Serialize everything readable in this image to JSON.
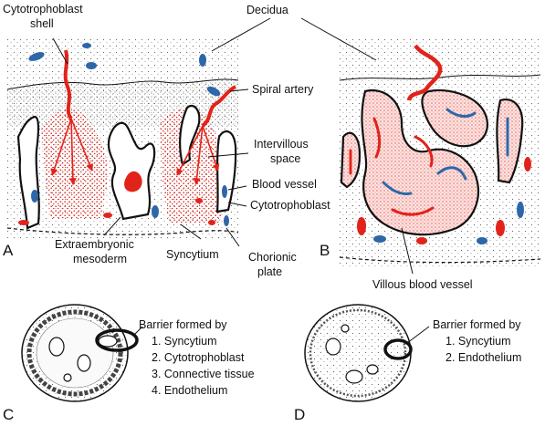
{
  "colors": {
    "maternal_blood": "#e2231a",
    "blood_vessel": "#2e67a8",
    "tissue_stipple": "#777777",
    "outline": "#111111"
  },
  "panel_a": {
    "letter": "A",
    "labels": {
      "cytotrophoblast_shell_1": "Cytotrophoblast",
      "cytotrophoblast_shell_2": "shell",
      "spiral_artery": "Spiral artery",
      "intervillous_space_1": "Intervillous",
      "intervillous_space_2": "space",
      "blood_vessel": "Blood vessel",
      "cytotrophoblast": "Cytotrophoblast",
      "extraembryonic_mesoderm_1": "Extraembryonic",
      "extraembryonic_mesoderm_2": "mesoderm",
      "syncytium": "Syncytium",
      "chorionic_plate_1": "Chorionic",
      "chorionic_plate_2": "plate"
    }
  },
  "panel_b": {
    "letter": "B",
    "labels": {
      "decidua": "Decidua",
      "villous_blood_vessel": "Villous blood vessel"
    }
  },
  "panel_c": {
    "letter": "C",
    "barrier_title": "Barrier formed by",
    "barrier_layers": [
      "1. Syncytium",
      "2. Cytotrophoblast",
      "3. Connective tissue",
      "4. Endothelium"
    ]
  },
  "panel_d": {
    "letter": "D",
    "barrier_title": "Barrier formed by",
    "barrier_layers": [
      "1. Syncytium",
      "2. Endothelium"
    ]
  }
}
